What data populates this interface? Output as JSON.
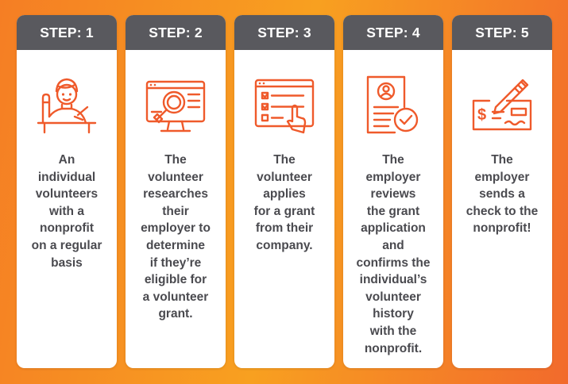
{
  "colors": {
    "background_start": "#f57e24",
    "background_mid": "#f8a020",
    "background_end": "#f26a2c",
    "header_bg": "#59595e",
    "header_text": "#ffffff",
    "body_text": "#4a4a4f",
    "icon": "#ef5a2b",
    "card_bg": "#ffffff"
  },
  "steps": [
    {
      "label": "STEP: 1",
      "icon": "volunteer-waving-icon",
      "text": "An\nindividual\nvolunteers\nwith a\nnonprofit\non a regular\nbasis"
    },
    {
      "label": "STEP: 2",
      "icon": "research-magnifier-icon",
      "text": "The\nvolunteer\nresearches\ntheir\nemployer to\ndetermine\nif they’re\neligible for\na volunteer\ngrant."
    },
    {
      "label": "STEP: 3",
      "icon": "application-form-icon",
      "text": "The\nvolunteer\napplies\nfor a grant\nfrom their\ncompany."
    },
    {
      "label": "STEP: 4",
      "icon": "application-review-icon",
      "text": "The\nemployer\nreviews\nthe grant\napplication\nand\nconfirms the\nindividual’s\nvolunteer\nhistory\nwith the\nnonprofit."
    },
    {
      "label": "STEP: 5",
      "icon": "check-signing-icon",
      "text": "The\nemployer\nsends a\ncheck to the\nnonprofit!"
    }
  ]
}
